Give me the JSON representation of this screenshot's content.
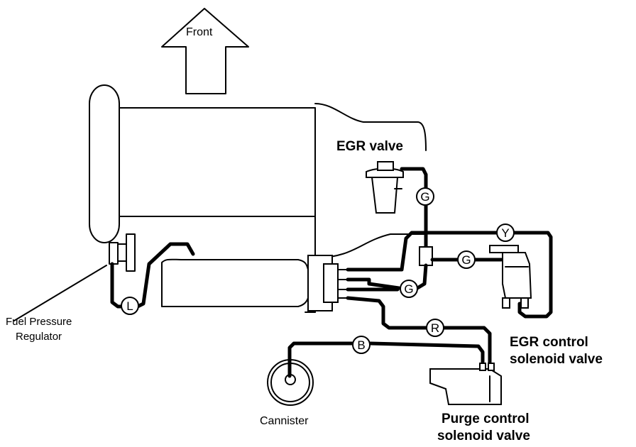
{
  "labels": {
    "front": "Front",
    "egr_valve": "EGR valve",
    "fuel_pressure_regulator_1": "Fuel Pressure",
    "fuel_pressure_regulator_2": "Regulator",
    "egr_control_1": "EGR control",
    "egr_control_2": "solenoid valve",
    "purge_control_1": "Purge control",
    "purge_control_2": "solenoid valve",
    "canister": "Cannister"
  },
  "hose_codes": {
    "g_egr_valve": "G",
    "y_top": "Y",
    "g_middle": "G",
    "g_lower": "G",
    "l_fuel": "L",
    "r_purge": "R",
    "b_canister": "B"
  },
  "colors": {
    "line": "#000000",
    "background": "#ffffff"
  }
}
